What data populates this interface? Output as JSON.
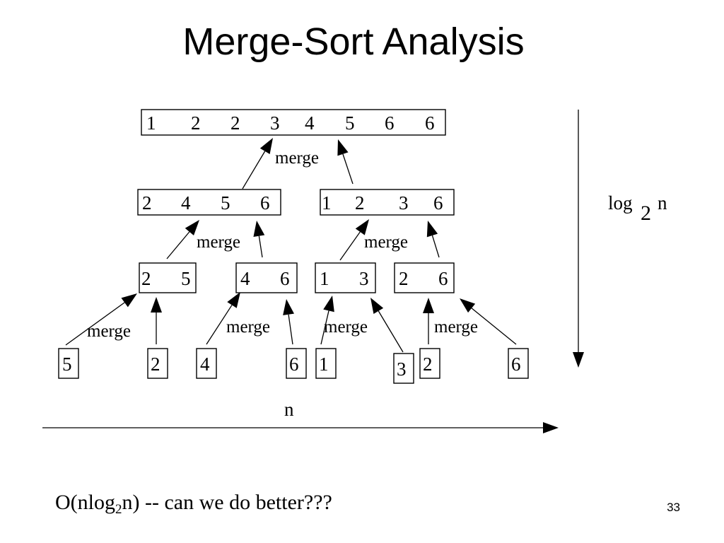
{
  "slide": {
    "title": "Merge-Sort Analysis",
    "number": "33"
  },
  "diagram": {
    "arrays": [
      {
        "id": "top",
        "values": [
          "1",
          "2",
          "2",
          "3",
          "4",
          "5",
          "6",
          "6"
        ]
      },
      {
        "id": "l1-left",
        "values": [
          "2",
          "4",
          "5",
          "6"
        ]
      },
      {
        "id": "l1-right",
        "values": [
          "1",
          "2",
          "3",
          "6"
        ]
      },
      {
        "id": "l2-a",
        "values": [
          "2",
          "5"
        ]
      },
      {
        "id": "l2-b",
        "values": [
          "4",
          "6"
        ]
      },
      {
        "id": "l2-c",
        "values": [
          "1",
          "3"
        ]
      },
      {
        "id": "l2-d",
        "values": [
          "2",
          "6"
        ]
      },
      {
        "id": "leaf-1",
        "values": [
          "5"
        ]
      },
      {
        "id": "leaf-2",
        "values": [
          "2"
        ]
      },
      {
        "id": "leaf-3",
        "values": [
          "4"
        ]
      },
      {
        "id": "leaf-4",
        "values": [
          "6"
        ]
      },
      {
        "id": "leaf-5",
        "values": [
          "1"
        ]
      },
      {
        "id": "leaf-6",
        "values": [
          "3"
        ]
      },
      {
        "id": "leaf-7",
        "values": [
          "2"
        ]
      },
      {
        "id": "leaf-8",
        "values": [
          "6"
        ]
      }
    ],
    "merge_label": "merge",
    "depth_label": {
      "base": "log",
      "subscript": "2",
      "variable": "n"
    },
    "width_label": "n"
  },
  "footer": {
    "prefix": "O(nlog",
    "subscript": "2",
    "suffix": "n) -- can we do better???"
  }
}
